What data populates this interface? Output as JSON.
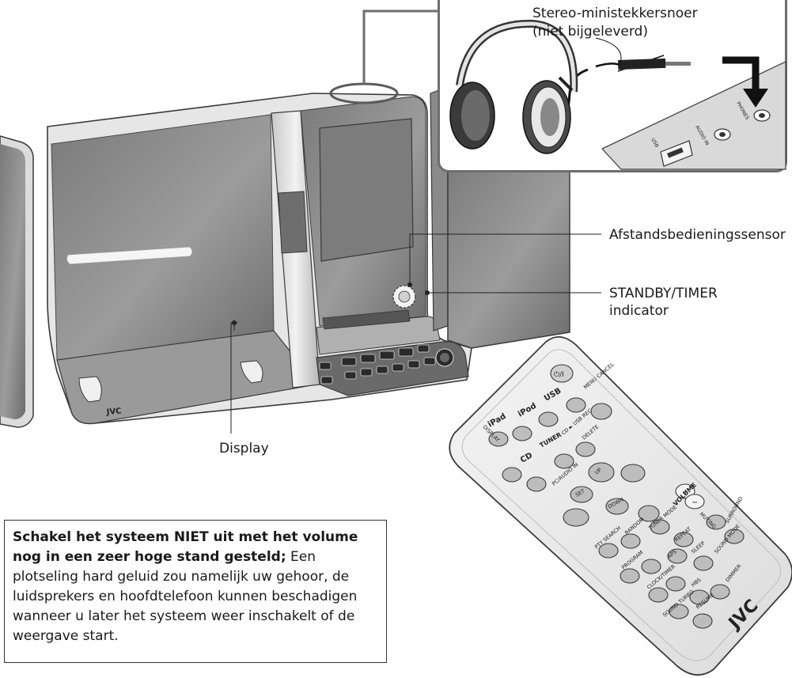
{
  "labels": {
    "cable": "Stereo-ministekkersnoer",
    "cable_note": "(niet bijgeleverd)",
    "sensor": "Afstandsbedieningssensor",
    "standby_line1": "STANDBY/TIMER",
    "standby_line2": "indicator",
    "display": "Display"
  },
  "warning": {
    "bold": "Schakel het systeem NIET uit met het volume nog in een zeer hoge stand gesteld;",
    "text": " Een plotseling hard geluid zou namelijk uw gehoor, de luidsprekers en hoofdtelefoon kunnen beschadigen wanneer u later het systeem weer inschakelt of de weergave start."
  },
  "device": {
    "brand": "JVC",
    "jack_labels": {
      "audio_in": "AUDIO IN",
      "phones": "PHONES",
      "usb": "USB"
    }
  },
  "remote": {
    "brand": "JVC",
    "buttons": {
      "display": "DISPLAY",
      "ipad": "iPad",
      "ipod": "iPod",
      "usb": "USB",
      "menu_cancel": "MENU CANCEL",
      "cd": "CD",
      "tuner": "TUNER",
      "cd_usb_rec": "CD ► USB REC",
      "delete": "DELETE",
      "pc_audio_in": "PC/AUDIO IN",
      "up": "UP",
      "set": "SET",
      "down": "DOWN",
      "volume": "VOLUME",
      "plus": "+",
      "minus": "−",
      "muting": "MUTING",
      "surround": "SURROUND",
      "pty_search": "PTY SEARCH",
      "random": "RANDOM",
      "tuner_mode": "TUNER MODE",
      "repeat": "REPEAT",
      "program": "PROGRAM",
      "aps": "APS",
      "sleep": "SLEEP",
      "sound_mode": "SOUND MODE",
      "clock_timer": "CLOCK/TIMER",
      "hbs": "HBS",
      "dimmer": "DIMMER",
      "sound_turbo": "SOUND TURBO",
      "resume": "RESUME"
    }
  },
  "colors": {
    "body_dark": "#5f5f5f",
    "body_mid": "#8a8a8a",
    "panel_light": "#cfcfcf",
    "stroke": "#3a3a3a"
  }
}
